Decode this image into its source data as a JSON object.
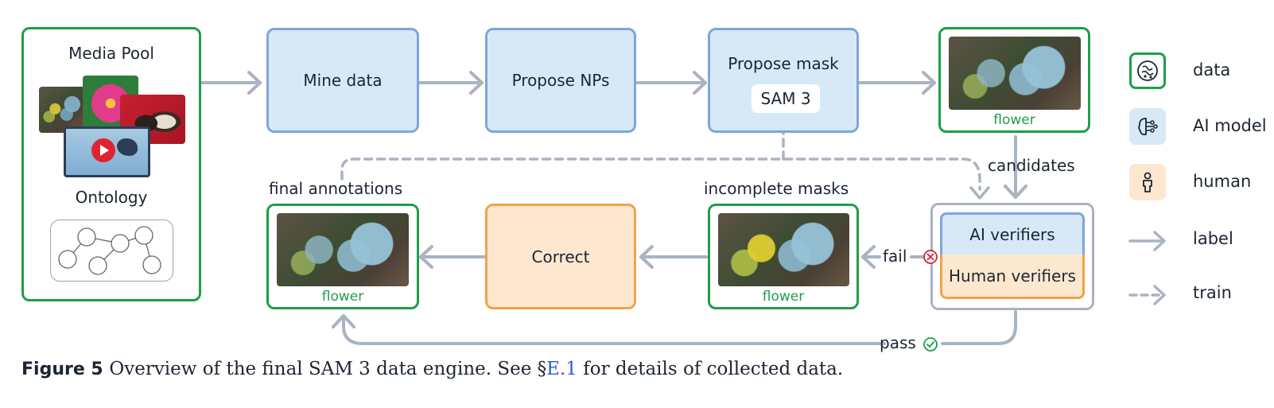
{
  "media_pool": {
    "title": "Media Pool",
    "ontology_title": "Ontology"
  },
  "pipeline": {
    "mine_data": "Mine data",
    "propose_nps": "Propose NPs",
    "propose_mask": "Propose mask",
    "sam3_chip": "SAM 3",
    "candidate_tag": "flower",
    "candidates_label": "candidates",
    "ai_verifiers": "AI verifiers",
    "human_verifiers": "Human verifiers",
    "fail_label": "fail",
    "pass_label": "pass",
    "incomplete_masks_label": "incomplete masks",
    "incomplete_tag": "flower",
    "correct": "Correct",
    "final_annotations_label": "final annotations",
    "final_tag": "flower"
  },
  "legend": {
    "items": [
      {
        "icon": "data-icon",
        "label": "data",
        "color": "#1e9e4a"
      },
      {
        "icon": "ai-model-icon",
        "label": "AI model",
        "color": "#d7e9f7"
      },
      {
        "icon": "human-icon",
        "label": "human",
        "color": "#fde8cf"
      },
      {
        "icon": "solid-arrow-icon",
        "label": "label",
        "color": "#a9b3c2"
      },
      {
        "icon": "dashed-arrow-icon",
        "label": "train",
        "color": "#a9b3c2"
      }
    ]
  },
  "caption": {
    "figure_label": "Figure 5",
    "text_before_link": "Overview of the final SAM 3 data engine. See ",
    "section_symbol": "§",
    "link_text": "E.1",
    "text_after_link": " for details of collected data."
  },
  "colors": {
    "data_green": "#1e9e4a",
    "model_blue_fill": "#d7e9f7",
    "model_blue_border": "#7ea6dc",
    "human_orange_fill": "#fde8cf",
    "human_orange_border": "#f0a24a",
    "arrow_gray": "#a9b3c2",
    "fail_red": "#d6203c"
  }
}
